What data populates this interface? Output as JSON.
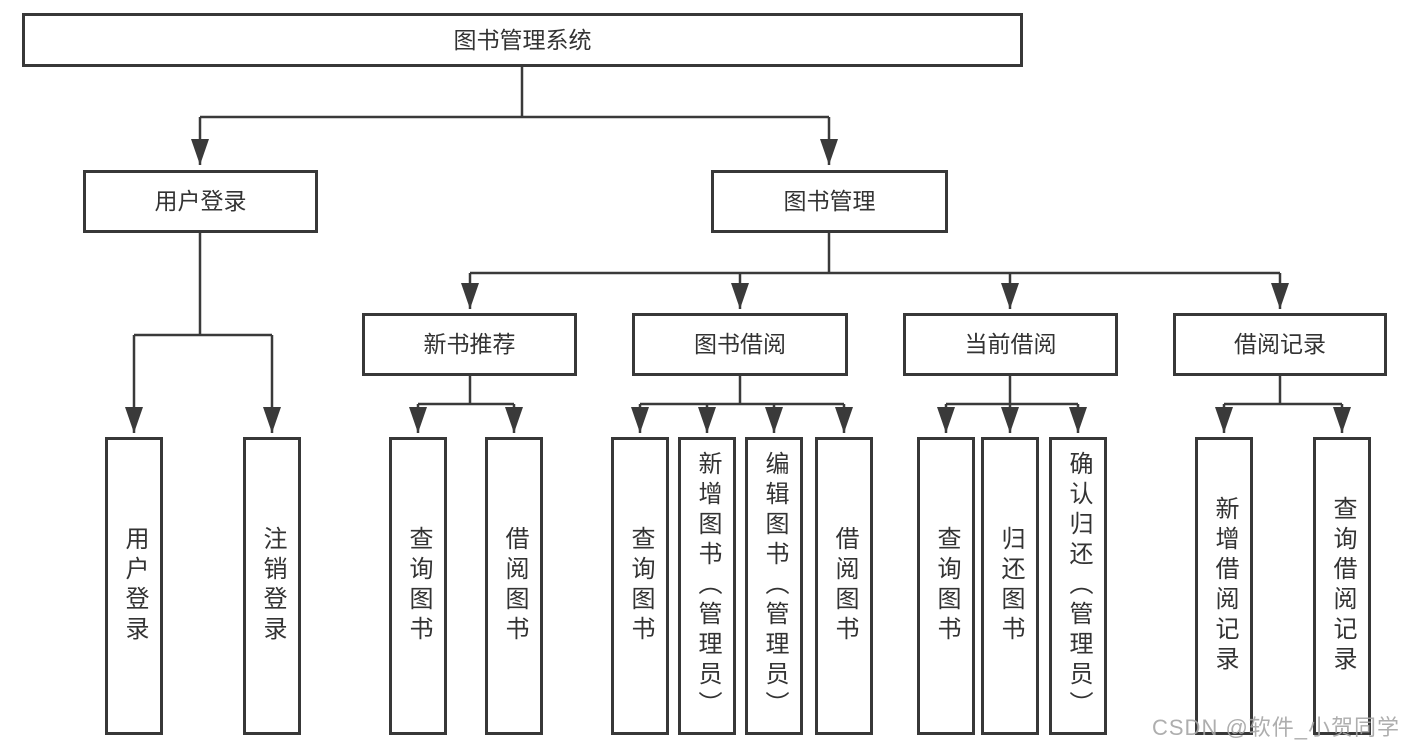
{
  "diagram": {
    "root": "图书管理系统",
    "level1": {
      "user_login": "用户登录",
      "book_management": "图书管理"
    },
    "level2": {
      "new_book_recommend": "新书推荐",
      "book_borrow": "图书借阅",
      "current_borrow": "当前借阅",
      "borrow_records": "借阅记录"
    },
    "leaves": {
      "user_login": "用户登录",
      "logout": "注销登录",
      "query_book_1": "查询图书",
      "borrow_book_1": "借阅图书",
      "query_book_2": "查询图书",
      "add_book_admin": "新增图书（管理员）",
      "edit_book_admin": "编辑图书（管理员）",
      "borrow_book_2": "借阅图书",
      "query_book_3": "查询图书",
      "return_book": "归还图书",
      "confirm_return_admin": "确认归还（管理员）",
      "add_borrow_record": "新增借阅记录",
      "query_borrow_record": "查询借阅记录"
    }
  },
  "watermark": "CSDN @软件_小贺同学",
  "colors": {
    "line": "#3a3a3a",
    "box_border": "#383838",
    "text": "#333333",
    "background": "#ffffff",
    "watermark": "#a5a5a5"
  }
}
